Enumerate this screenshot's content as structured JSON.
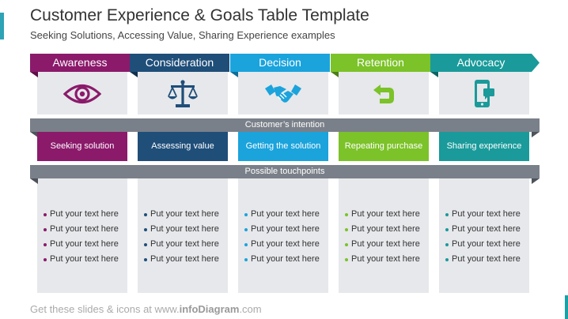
{
  "title": "Customer Experience & Goals Table Template",
  "subtitle": "Seeking Solutions, Accessing Value, Sharing Experience examples",
  "intention_label": "Customer’s intention",
  "touchpoints_label": "Possible touchpoints",
  "footer": {
    "prefix": "Get these slides & icons at www.",
    "brand": "infoDiagram",
    "suffix": ".com"
  },
  "columns": [
    {
      "label": "Awareness",
      "icon": "eye-icon",
      "color": "#8b1a6b",
      "fold": "#5e0f48",
      "intention": "Seeking solution",
      "bullets": [
        "Put your text here",
        "Put your text here",
        "Put your text here",
        "Put your text here"
      ]
    },
    {
      "label": "Consideration",
      "icon": "balance-scale-icon",
      "color": "#1f4e79",
      "fold": "#12304c",
      "intention": "Assessing value",
      "bullets": [
        "Put your text here",
        "Put your text here",
        "Put your text here",
        "Put your text here"
      ]
    },
    {
      "label": "Decision",
      "icon": "handshake-icon",
      "color": "#1ba3dc",
      "fold": "#0f6e96",
      "intention": "Getting the solution",
      "bullets": [
        "Put your text here",
        "Put your text here",
        "Put your text here",
        "Put your text here"
      ]
    },
    {
      "label": "Retention",
      "icon": "return-arrow-icon",
      "color": "#7cc229",
      "fold": "#4d7d16",
      "intention": "Repeating purchase",
      "bullets": [
        "Put your text here",
        "Put your text here",
        "Put your text here",
        "Put your text here"
      ]
    },
    {
      "label": "Advocacy",
      "icon": "smartphone-chat-icon",
      "color": "#1a9a9a",
      "fold": "#0f6363",
      "intention": "Sharing experience",
      "bullets": [
        "Put your text here",
        "Put your text here",
        "Put your text here",
        "Put your text here"
      ]
    }
  ]
}
